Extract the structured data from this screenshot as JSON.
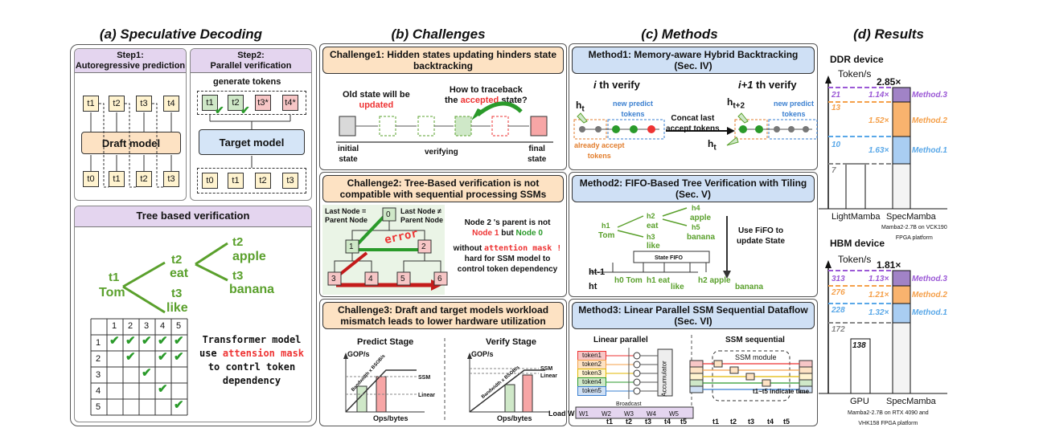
{
  "titles": {
    "a": "(a) Speculative Decoding",
    "b": "(b) Challenges",
    "c": "(c) Methods",
    "d": "(d) Results"
  },
  "spec": {
    "step1": "Step1:",
    "step1_name": "Autoregressive prediction",
    "step2": "Step2:",
    "step2_name": "Parallel verification",
    "generate_tokens": "generate tokens",
    "draft_model": "Draft model",
    "target_model": "Target model",
    "tokens_top": [
      "t1",
      "t2",
      "t3",
      "t4"
    ],
    "tokens_bottom": [
      "t0",
      "t1",
      "t2",
      "t3"
    ],
    "gen_tokens": [
      "t1",
      "t2",
      "t3*",
      "t4*"
    ],
    "verify_inputs": [
      "t0",
      "t1",
      "t2",
      "t3"
    ]
  },
  "tree": {
    "title": "Tree based verification",
    "t1": "t1",
    "tom": "Tom",
    "t2a": "t2",
    "eat": "eat",
    "t3a": "t3",
    "like": "like",
    "t2b": "t2",
    "apple": "apple",
    "t3b": "t3",
    "banana": "banana",
    "mask_cols": [
      "1",
      "2",
      "3",
      "4",
      "5"
    ],
    "mask_rows": [
      "1",
      "2",
      "3",
      "4",
      "5"
    ],
    "note_line1": "Transformer model",
    "note_use": "use ",
    "note_red": "attension mask",
    "note_line3": "to contrl token",
    "note_line4": "dependency"
  },
  "challenges": {
    "c1_title": "Challenge1: Hidden states updating hinders state backtracking",
    "c1_old_line1": "Old state will be",
    "c1_old_line2": "updated",
    "c1_trace_line1": "How to traceback",
    "c1_trace_pre": "the ",
    "c1_trace_red": "accepted",
    "c1_trace_post": " state?",
    "c1_initial": "initial",
    "c1_state": "state",
    "c1_verifying": "verifying",
    "c1_final": "final",
    "c1_final_state": "state",
    "c2_title": "Challenge2: Tree-Based verification is not compatible with sequential processing SSMs",
    "c2_left_lbl1": "Last Node =",
    "c2_left_lbl2": "Parent Node",
    "c2_right_lbl1": "Last Node ≠",
    "c2_right_lbl2": "Parent Node",
    "c2_error": "error",
    "c2_nodes": [
      "0",
      "1",
      "2",
      "3",
      "4",
      "5",
      "6"
    ],
    "c2_note1": "Node 2 's parent is not",
    "c2_note2a": "Node 1",
    "c2_note2b": " but ",
    "c2_note2c": "Node 0",
    "c2_note3a": "without ",
    "c2_note3b": "attention mask !",
    "c2_note4": "hard for SSM model to",
    "c2_note5": "control token dependency",
    "c3_title": "Challenge3: Draft and target models workload mismatch leads to lower hardware utilization",
    "c3_predict": "Predict Stage",
    "c3_verify": "Verify Stage",
    "c3_gops": "GOP/s",
    "c3_ops": "Ops/bytes",
    "c3_ssm": "SSM",
    "c3_linear": "Linear",
    "c3_bw": "Bandwidth x BSOB/s"
  },
  "methods": {
    "m1_title": "Method1: Memory-aware Hybrid Backtracking (Sec. IV)",
    "m1_i": "i",
    "m1_verify": " th verify",
    "m1_i1": "i+1",
    "m1_ht": "h",
    "m1_t": "t",
    "m1_ht2": "t+2",
    "m1_new1": "new predict",
    "m1_new2": "tokens",
    "m1_acc1": "already accept",
    "m1_acc2": "tokens",
    "m1_concat1": "Concat last",
    "m1_concat2": "accept tokens",
    "m2_title": "Method2: FIFO-Based Tree Verification with Tiling (Sec. V)",
    "m2_h1": "h1",
    "m2_tom": "Tom",
    "m2_h2": "h2",
    "m2_eat": "eat",
    "m2_h3": "h3",
    "m2_like": "like",
    "m2_h4": "h4",
    "m2_apple": "apple",
    "m2_h5": "h5",
    "m2_banana": "banana",
    "m2_fifo1": "Use FiFO to",
    "m2_fifo2": "update State",
    "m2_statefifo": "State FIFO",
    "m2_ht1": "ht-1",
    "m2_ht": "ht",
    "m2_row": [
      "h0 Tom",
      "h1 eat",
      "like",
      "h2 apple",
      "banana"
    ],
    "m3_title": "Method3: Linear Parallel SSM Sequential Dataflow (Sec. VI)",
    "m3_linear": "Linear parallel",
    "m3_ssm": "SSM sequential",
    "m3_tokens": [
      "token1",
      "token2",
      "token3",
      "token4",
      "token5"
    ],
    "m3_accum": "Accumulator",
    "m3_broadcast": "Broadcast",
    "m3_ssm_module": "SSM module",
    "m3_indicate": "t1~t5 indicate time",
    "m3_loadw": "Load W",
    "m3_w": [
      "W1",
      "W2",
      "W3",
      "W4",
      "W5"
    ],
    "m3_times_l": [
      "t1",
      "t2",
      "t3",
      "t4",
      "t5"
    ],
    "m3_times_r": [
      "t1",
      "t2",
      "t3",
      "t4",
      "t5"
    ]
  },
  "results": {
    "ddr": {
      "title": "DDR device",
      "unit": "Token/s",
      "top": "2.85×",
      "levels": [
        {
          "v": "21",
          "ratio": "1.14×",
          "method": "Method.3",
          "color": "#9b59d6"
        },
        {
          "v": "13",
          "ratio": "1.52×",
          "method": "Method.2",
          "color": "#f5a04a"
        },
        {
          "v": "10",
          "ratio": "1.63×",
          "method": "Method.1",
          "color": "#5aa8e8"
        },
        {
          "v": "7",
          "ratio": "",
          "method": "",
          "color": "#888888"
        }
      ],
      "cat1": "LightMamba",
      "cat2": "SpecMamba",
      "sub1": "Mamba2-2.7B on VCK190",
      "sub2": "FPGA platform"
    },
    "hbm": {
      "title": "HBM device",
      "unit": "Token/s",
      "top": "1.81×",
      "levels": [
        {
          "v": "313",
          "ratio": "1.13×",
          "method": "Method.3",
          "color": "#9b59d6"
        },
        {
          "v": "276",
          "ratio": "1.21×",
          "method": "Method.2",
          "color": "#f5a04a"
        },
        {
          "v": "228",
          "ratio": "1.32×",
          "method": "Method.1",
          "color": "#5aa8e8"
        },
        {
          "v": "172",
          "ratio": "",
          "method": "",
          "color": "#888888"
        }
      ],
      "bar_gpu": "138",
      "cat1": "GPU",
      "cat2": "SpecMamba",
      "sub1": "Mamba2-2.7B on RTX 4090 and",
      "sub2": "VHK158 FPGA platform"
    }
  }
}
